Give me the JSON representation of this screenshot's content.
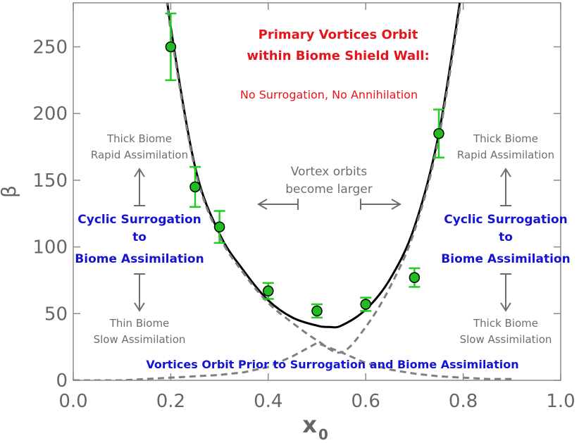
{
  "chart_data": {
    "type": "scatter",
    "xlabel": "x",
    "xlabel_sub": "0",
    "ylabel": "β",
    "xlim": [
      0.0,
      1.0
    ],
    "ylim": [
      0,
      283
    ],
    "xticks": [
      "0.0",
      "0.2",
      "0.4",
      "0.6",
      "0.8",
      "1.0"
    ],
    "yticks": [
      "0",
      "50",
      "100",
      "150",
      "200",
      "250"
    ],
    "grid": false,
    "colors": {
      "marker": "#22bb22",
      "errorbar": "#22cc22",
      "fit": "#000000",
      "dashed": "#808080",
      "red": "#e8141b",
      "blue": "#1414d2",
      "gray": "#6e6e6e"
    },
    "series": [
      {
        "kind": "points",
        "x": [
          0.2,
          0.25,
          0.3,
          0.4,
          0.5,
          0.6,
          0.7,
          0.75
        ],
        "y": [
          250,
          145,
          115,
          67,
          52,
          57,
          77,
          185
        ],
        "err": [
          25,
          15,
          12,
          6,
          5,
          5,
          7,
          18
        ]
      },
      {
        "kind": "solid-fit",
        "x": [
          0.18,
          0.2,
          0.25,
          0.3,
          0.35,
          0.4,
          0.45,
          0.5,
          0.525,
          0.55,
          0.6,
          0.65,
          0.7,
          0.75,
          0.8
        ],
        "y": [
          325,
          265,
          160,
          110,
          82,
          60,
          47,
          41,
          40,
          41,
          53,
          76,
          115,
          185,
          300
        ]
      },
      {
        "kind": "dashed-fit",
        "x": [
          0.0,
          0.05,
          0.1,
          0.15,
          0.2,
          0.25,
          0.3,
          0.35,
          0.4,
          0.45,
          0.5,
          0.55,
          0.6,
          0.65,
          0.7,
          0.75,
          0.8,
          0.85,
          0.9
        ],
        "y": [
          0,
          0,
          0,
          1,
          2,
          3,
          4,
          6,
          10,
          18,
          28,
          21,
          13,
          8,
          5,
          3,
          2,
          1,
          1
        ]
      },
      {
        "kind": "dashed-fit",
        "x": [
          0.18,
          0.2,
          0.25,
          0.3,
          0.35,
          0.4,
          0.45,
          0.5,
          0.55,
          0.6,
          0.65,
          0.7,
          0.75,
          0.8
        ],
        "y": [
          325,
          262,
          158,
          108,
          80,
          58,
          43,
          30,
          21,
          40,
          70,
          112,
          182,
          295
        ]
      }
    ],
    "annotations": {
      "red_title_1": "Primary Vortices Orbit",
      "red_title_2": "within Biome Shield Wall:",
      "red_sub": "No Surrogation, No Annihilation",
      "center_1": "Vortex orbits",
      "center_2": "become larger",
      "left_top_1": "Thick Biome",
      "left_top_2": "Rapid Assimilation",
      "left_mid_1": "Cyclic Surrogation",
      "left_mid_2": "to",
      "left_mid_3": "Biome Assimilation",
      "left_bot_1": "Thin Biome",
      "left_bot_2": "Slow Assimilation",
      "right_top_1": "Thick Biome",
      "right_top_2": "Rapid Assimilation",
      "right_mid_1": "Cyclic Surrogation",
      "right_mid_2": "to",
      "right_mid_3": "Biome Assimilation",
      "right_bot_1": "Thick Biome",
      "right_bot_2": "Slow Assimilation",
      "bottom_blue": "Vortices Orbit Prior to Surrogation and Biome Assimilation"
    }
  }
}
